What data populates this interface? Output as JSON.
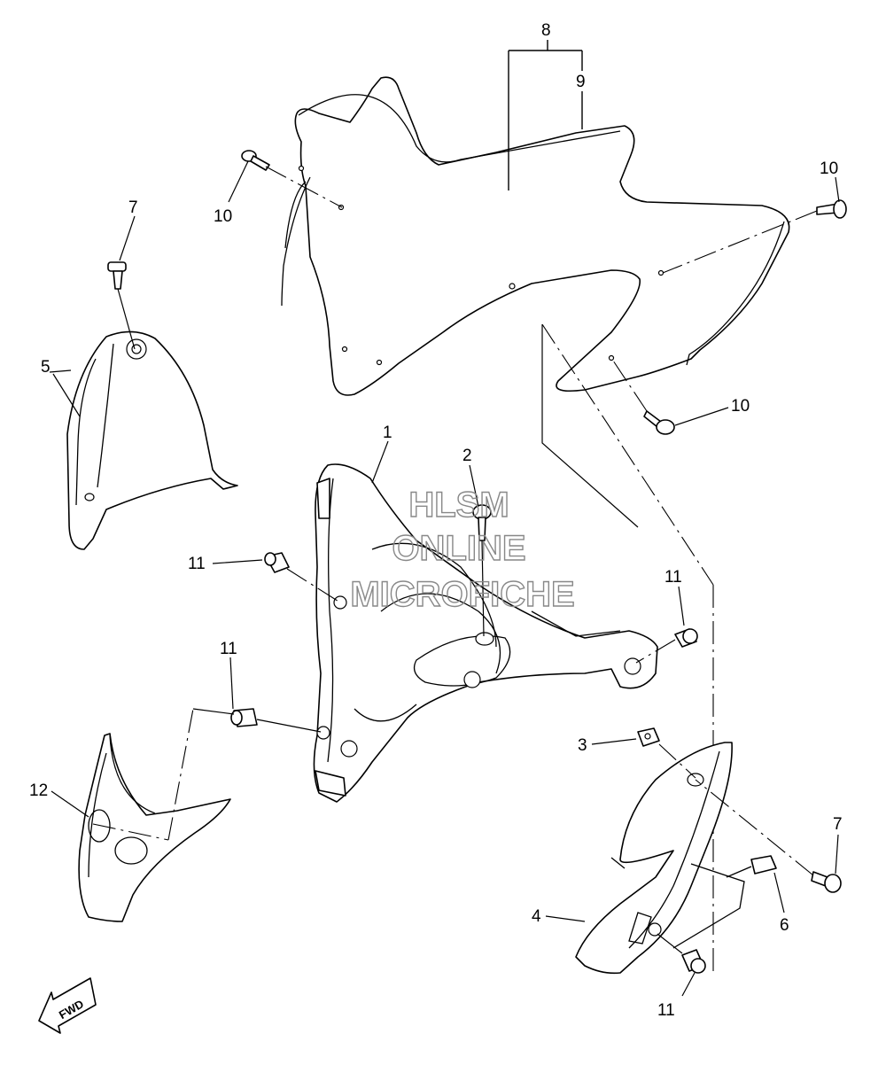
{
  "callouts": {
    "c1": "1",
    "c2": "2",
    "c3": "3",
    "c4": "4",
    "c5": "5",
    "c6": "6",
    "c7a": "7",
    "c7b": "7",
    "c8": "8",
    "c9": "9",
    "c10a": "10",
    "c10b": "10",
    "c10c": "10",
    "c11a": "11",
    "c11b": "11",
    "c11c": "11",
    "c11d": "11",
    "c12": "12"
  },
  "watermark": {
    "line1": "HLSM",
    "line2": "ONLINE",
    "line3": "MICROFICHE"
  },
  "fwd_label": "FWD",
  "colors": {
    "line": "#000000",
    "watermark": "#888888",
    "background": "#ffffff"
  }
}
